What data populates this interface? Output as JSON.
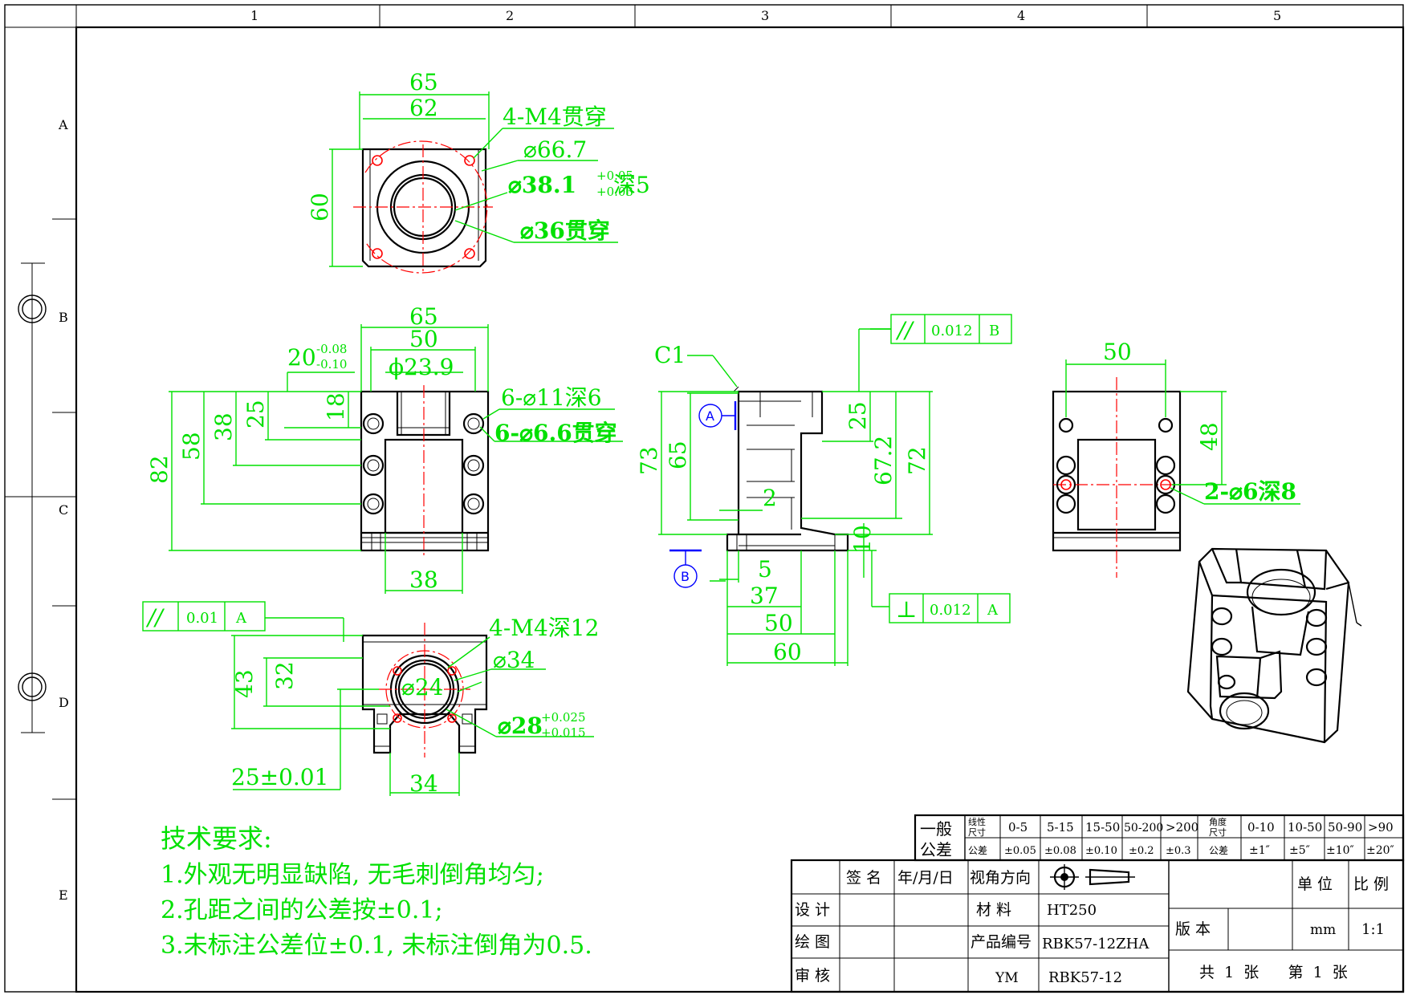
{
  "frame": {
    "columns": [
      "1",
      "2",
      "3",
      "4",
      "5"
    ],
    "rows": [
      "A",
      "B",
      "C",
      "D",
      "E"
    ]
  },
  "top_view": {
    "dim_65": "65",
    "dim_62": "62",
    "dim_60": "60",
    "thread": "4-M4贯穿",
    "dia_667": "⌀66.7",
    "dia_381": "⌀38.1",
    "tol_381_up": "+0.05",
    "tol_381_dn": "+0.03",
    "depth_5": "深5",
    "dia_36": "⌀36贯穿"
  },
  "front_view": {
    "dim_65": "65",
    "dim_50": "50",
    "dim_20": "20",
    "tol_20_up": "-0.08",
    "tol_20_dn": "-0.10",
    "dia_239": "ϕ23.9",
    "cbore": "6-⌀11深6",
    "thru": "6-⌀6.6贯穿",
    "dim_82": "82",
    "dim_58": "58",
    "dim_38": "38",
    "dim_25": "25",
    "dim_18": "18",
    "dim_38b": "38"
  },
  "side_view": {
    "chamfer": "C1",
    "dim_73": "73",
    "dim_65": "65",
    "dim_2": "2",
    "dim_25": "25",
    "dim_672": "67.2",
    "dim_72": "72",
    "dim_10": "10",
    "dim_5": "5",
    "dim_37": "37",
    "dim_50": "50",
    "dim_60": "60",
    "datum_a": "A",
    "datum_b": "B",
    "fcf_parallel": {
      "sym": "//",
      "tol": "0.012",
      "ref": "B"
    },
    "fcf_perp": {
      "sym": "⊥",
      "tol": "0.012",
      "ref": "A"
    }
  },
  "right_view": {
    "dim_50": "50",
    "dim_48": "48",
    "holes": "2-⌀6深8"
  },
  "bottom_view": {
    "fcf": {
      "sym": "//",
      "tol": "0.01",
      "ref": "A"
    },
    "thread": "4-M4深12",
    "dia_34": "⌀34",
    "dia_24": "⌀24",
    "dia_28": "⌀28",
    "tol_28_up": "+0.025",
    "tol_28_dn": "+0.015",
    "dim_43": "43",
    "dim_32": "32",
    "dim_25": "25±0.01",
    "dim_34": "34"
  },
  "notes": {
    "title": "技术要求:",
    "lines": [
      "1.外观无明显缺陷, 无毛刺倒角均匀;",
      "2.孔距之间的公差按±0.1;",
      "3.未标注公差位±0.1, 未标注倒角为0.5."
    ]
  },
  "tolerance_table": {
    "general": [
      "一般",
      "公差"
    ],
    "linear_label": [
      "线性",
      "尺寸"
    ],
    "tol_label": "公差",
    "linear_ranges": [
      "0-5",
      "5-15",
      "15-50",
      "50-200",
      ">200"
    ],
    "linear_tols": [
      "±0.05",
      "±0.08",
      "±0.10",
      "±0.2",
      "±0.3"
    ],
    "angle_label": [
      "角度",
      "尺寸"
    ],
    "angle_ranges": [
      "0-10",
      "10-50",
      "50-90",
      ">90"
    ],
    "angle_tols": [
      "±1″",
      "±5″",
      "±10″",
      "±20″"
    ]
  },
  "title_block": {
    "sign": "签 名",
    "date": "年/月/日",
    "view_dir": "视角方向",
    "unit": "单 位",
    "scale": "比 例",
    "design": "设 计",
    "material_label": "材 料",
    "material": "HT250",
    "draw": "绘 图",
    "part_no_label": "产品编号",
    "part_no": "RBK57-12ZHA",
    "version": "版 本",
    "unit_val": "mm",
    "scale_val": "1:1",
    "check": "审 核",
    "checker": "YM",
    "drawing_no": "RBK57-12",
    "sheets": "共  1  张      第  1  张"
  }
}
